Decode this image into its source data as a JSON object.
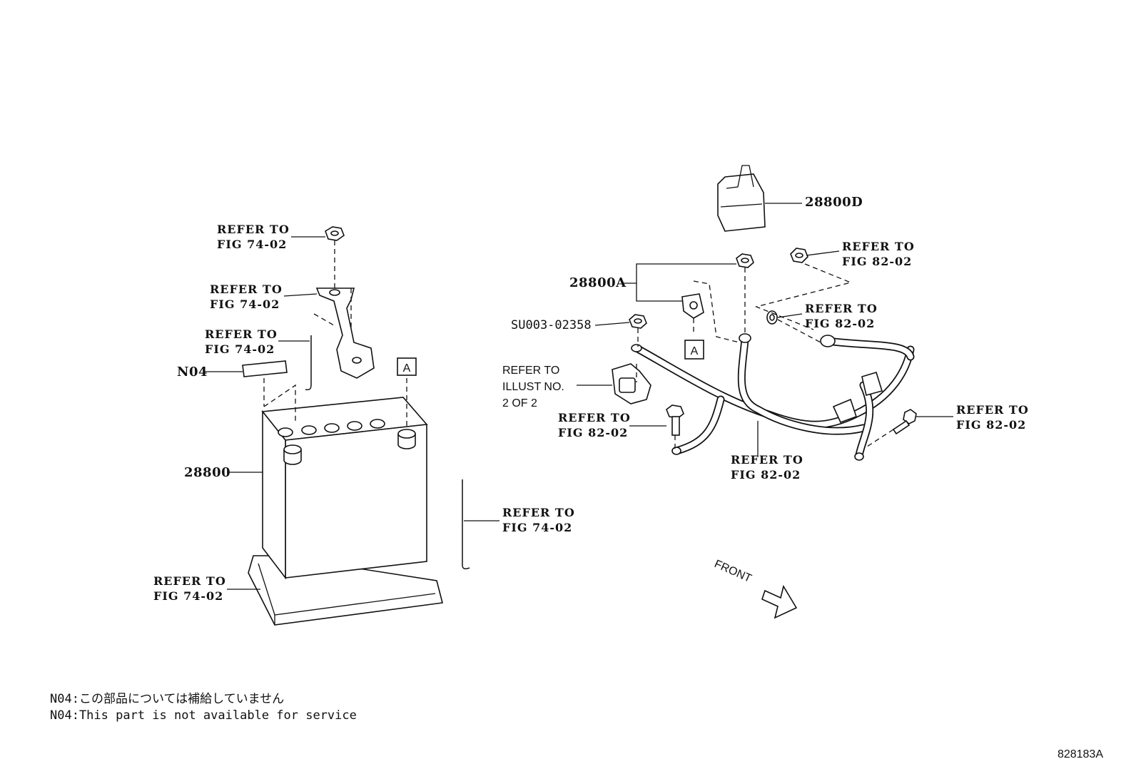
{
  "callouts": {
    "nut_top": [
      "REFER TO",
      "FIG 74-02"
    ],
    "clamp": [
      "REFER TO",
      "FIG 74-02"
    ],
    "rod_left": [
      "REFER TO",
      "FIG 74-02"
    ],
    "rod_right": [
      "REFER TO",
      "FIG 74-02"
    ],
    "tray": [
      "REFER TO",
      "FIG 74-02"
    ],
    "nut_right": [
      "REFER TO",
      "FIG 82-02"
    ],
    "washer": [
      "REFER TO",
      "FIG 82-02"
    ],
    "bolt_left": [
      "REFER TO",
      "FIG 82-02"
    ],
    "harness": [
      "REFER TO",
      "FIG 82-02"
    ],
    "bolt_right": [
      "REFER TO",
      "FIG 82-02"
    ],
    "illust": [
      "REFER TO",
      "ILLUST NO.",
      "2 OF 2"
    ]
  },
  "part_numbers": {
    "battery": "28800",
    "label_n04": "N04",
    "cover": "28800D",
    "terminal": "28800A",
    "nut": "SU003-02358"
  },
  "ref_marker": "A",
  "direction": "FRONT",
  "notes": [
    "N04:この部品については補給していません",
    "N04:This part is not available for service"
  ],
  "illustration_id": "828183A"
}
